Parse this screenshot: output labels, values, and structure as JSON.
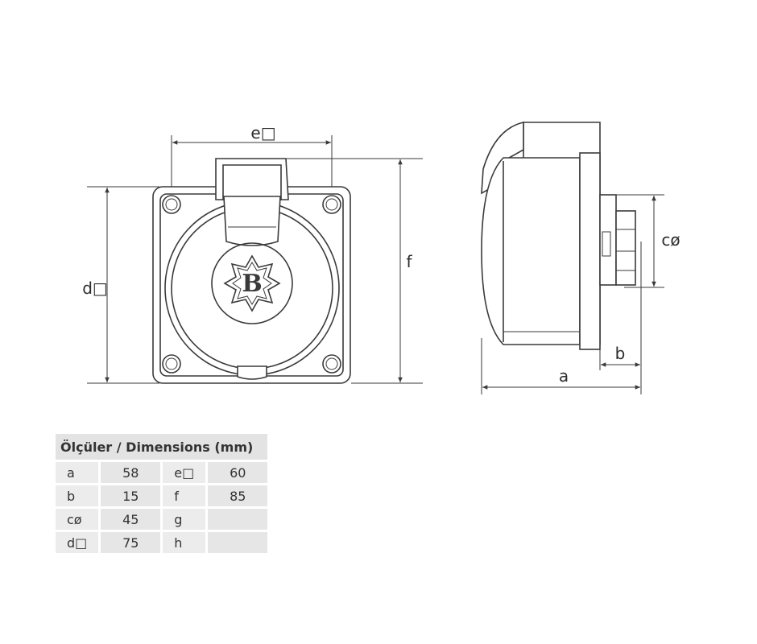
{
  "labels": {
    "e_square": "e□",
    "d_square": "d□",
    "f": "f",
    "c_dia": "cø",
    "a": "a",
    "b": "b",
    "logo_letter": "B"
  },
  "table": {
    "header": "Ölçüler / Dimensions (mm)",
    "rows": [
      {
        "k1": "a",
        "v1": "58",
        "k2": "e□",
        "v2": "60"
      },
      {
        "k1": "b",
        "v1": "15",
        "k2": "f",
        "v2": "85"
      },
      {
        "k1": "cø",
        "v1": "45",
        "k2": "g",
        "v2": ""
      },
      {
        "k1": "d□",
        "v1": "75",
        "k2": "h",
        "v2": ""
      }
    ]
  }
}
